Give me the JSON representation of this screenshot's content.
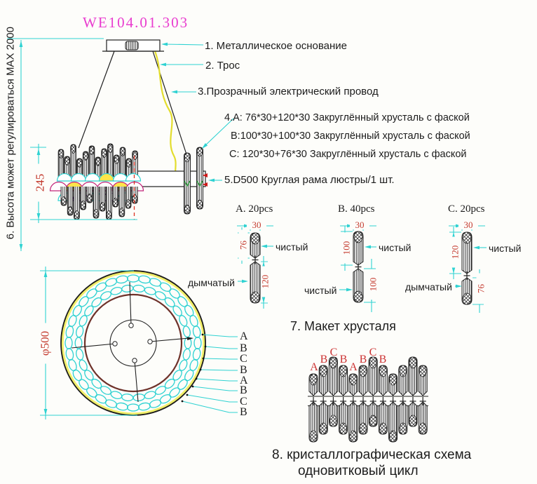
{
  "drawing": {
    "title": "WE104.01.303",
    "accent_cyan": "#2fd2d2",
    "dim_red": "#c43c30",
    "title_magenta": "#e93ccf"
  },
  "side_view": {
    "height_note": "6. Высота может регулироваться MAX 2000",
    "dim_height": "245",
    "annotations": {
      "a1": "1. Металлическое основание",
      "a2": "2. Трос",
      "a3": "3.Прозрачный электрический провод",
      "a4a": "4.A: 76*30+120*30 Закруглённый хрусталь с фаской",
      "a4b": "B:100*30+100*30 Закруглённый хрусталь с фаской",
      "a4c": "C: 120*30+76*30 Закруглённый хрусталь с фаской",
      "a5": "5.D500 Круглая рама люстры/1 шт."
    }
  },
  "crystals": {
    "a": {
      "label": "A. 20pcs",
      "dim_w": "30",
      "dim_top": "76",
      "dim_bottom": "120",
      "top_finish": "чистый",
      "bottom_finish": "дымчатый"
    },
    "b": {
      "label": "B. 40pcs",
      "dim_w": "30",
      "dim_top": "100",
      "dim_bottom": "100",
      "top_finish": "чистый",
      "bottom_finish": "чистый"
    },
    "c": {
      "label": "C. 20pcs",
      "dim_w": "30",
      "dim_top": "120",
      "dim_bottom": "76",
      "top_finish": "чистый",
      "bottom_finish": "дымчатый"
    }
  },
  "top_view": {
    "dim_diameter": "φ500",
    "ring_labels": [
      "A",
      "B",
      "C",
      "B",
      "A",
      "B",
      "C",
      "B"
    ],
    "caption": "7. Макет хрусталя"
  },
  "schema": {
    "letters": [
      "A",
      "B",
      "C",
      "B",
      "A",
      "B",
      "C",
      "B"
    ],
    "caption_line1": "8. кристаллографическая схема",
    "caption_line2": "одновитковый цикл"
  }
}
